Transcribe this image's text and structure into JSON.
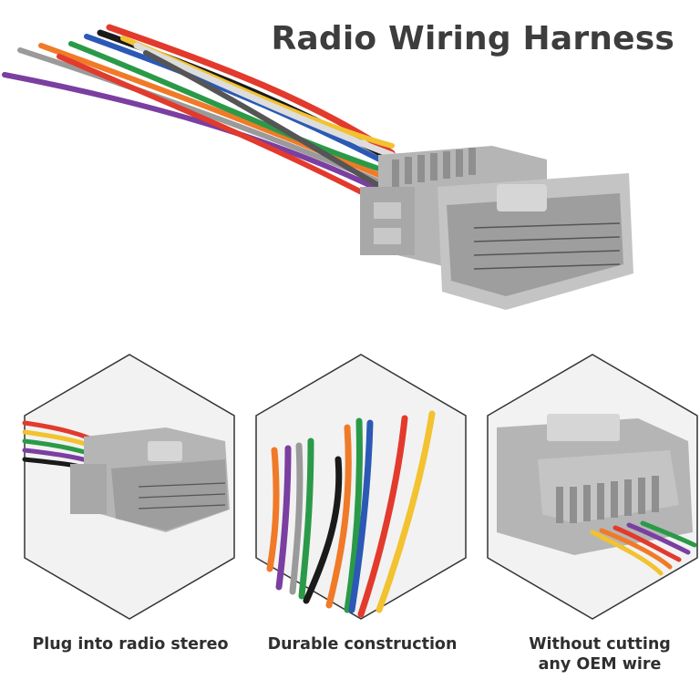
{
  "title": "Radio Wiring Harness",
  "features": [
    {
      "lines": [
        "Plug into radio stereo"
      ]
    },
    {
      "lines": [
        "Durable construction"
      ]
    },
    {
      "lines": [
        "Without cutting",
        "any OEM wire"
      ]
    }
  ],
  "colors": {
    "title_text": "#3d3d3d",
    "connector_gray": "#b9b9b9",
    "hexagon_border": "#333333",
    "hexagon_fill": "#f2f2f2",
    "wires": [
      "#e23a2c",
      "#f07a28",
      "#f2c230",
      "#2a9a48",
      "#7a3fa0",
      "#2b59b5",
      "#9a9a9a",
      "#1a1a1a",
      "#ffffff"
    ]
  }
}
